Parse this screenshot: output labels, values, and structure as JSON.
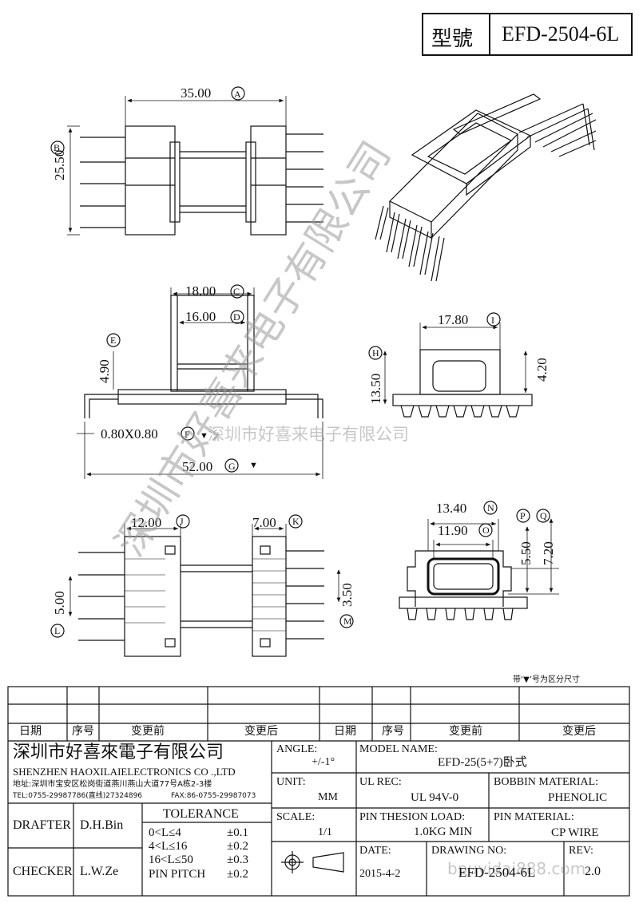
{
  "header": {
    "model_label": "型號",
    "model_value": "EFD-2504-6L"
  },
  "dims": {
    "A": {
      "value": "35.00",
      "tag": "A"
    },
    "B": {
      "value": "25.50",
      "tag": "B"
    },
    "C": {
      "value": "18.00",
      "tag": "C"
    },
    "D": {
      "value": "16.00",
      "tag": "D"
    },
    "E": {
      "value": "4.90",
      "tag": "E"
    },
    "F": {
      "value": "0.80X0.80",
      "tag": "F"
    },
    "G": {
      "value": "52.00",
      "tag": "G"
    },
    "H": {
      "value": "13.50",
      "tag": "H"
    },
    "I": {
      "value": "17.80",
      "tag": "I"
    },
    "R": {
      "value": "4.20"
    },
    "J": {
      "value": "12.00",
      "tag": "J"
    },
    "K": {
      "value": "7.00",
      "tag": "K"
    },
    "L": {
      "value": "5.00",
      "tag": "L"
    },
    "M": {
      "value": "3.50",
      "tag": "M"
    },
    "N": {
      "value": "13.40",
      "tag": "N"
    },
    "O": {
      "value": "11.90",
      "tag": "O"
    },
    "P": {
      "value": "5.50",
      "tag": "P"
    },
    "Q": {
      "value": "7.20",
      "tag": "Q"
    }
  },
  "watermark": {
    "diag": "深圳市好喜来电子有限公司",
    "horiz": "深圳市好喜来电子有限公司",
    "site": "bpuyidai888.com"
  },
  "note": "带‘▼’号为区分尺寸",
  "revision": {
    "date": "日期",
    "no": "序号",
    "before": "变更前",
    "after": "变更后"
  },
  "company": {
    "name_cn": "深圳市好喜來電子有限公司",
    "name_en": "SHENZHEN HAOXILAIELECTRONICS CO .,LTD",
    "address": "地址:深圳市宝安区松岗街道燕川燕山大道77号A栋2-3楼",
    "tel": "TEL:0755-29987786(直线)27324896",
    "fax": "FAX:86-0755-29987073"
  },
  "titleblock": {
    "angle_label": "ANGLE:",
    "angle_value": "+/-1°",
    "model_name_label": "MODEL NAME:",
    "model_name_value": "EFD-25(5+7)卧式",
    "unit_label": "UNIT:",
    "unit_value": "MM",
    "ul_label": "UL REC:",
    "ul_value": "UL 94V-0",
    "bobbin_label": "BOBBIN MATERIAL:",
    "bobbin_value": "PHENOLIC",
    "scale_label": "SCALE:",
    "scale_value": "1/1",
    "pin_load_label": "PIN THESION LOAD:",
    "pin_load_value": "1.0KG MIN",
    "pin_mat_label": "PIN MATERIAL:",
    "pin_mat_value": "CP  WIRE",
    "date_label": "DATE:",
    "date_value": "2015-4-2",
    "drawing_no_label": "DRAWING NO:",
    "drawing_no_value": "EFD-2504-6L",
    "rev_label": "REV:",
    "rev_value": "2.0",
    "drafter_label": "DRAFTER",
    "drafter_value": "D.H.Bin",
    "checker_label": "CHECKER",
    "checker_value": "L.W.Ze",
    "tolerance_label": "TOLERANCE",
    "tol1": "0<L≤4",
    "tol1v": "±0.1",
    "tol2": "4<L≤16",
    "tol2v": "±0.2",
    "tol3": "16<L≤50",
    "tol3v": "±0.3",
    "tol4": "PIN PITCH",
    "tol4v": "±0.2"
  }
}
